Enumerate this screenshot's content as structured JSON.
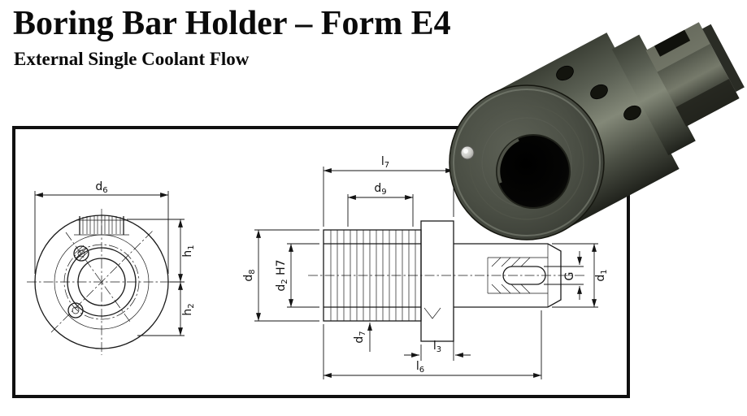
{
  "header": {
    "title": "Boring Bar Holder – Form E4",
    "subtitle": "External Single Coolant Flow"
  },
  "drawing": {
    "dims": {
      "d6": {
        "base": "d",
        "sub": "6",
        "suffix": ""
      },
      "h1": {
        "base": "h",
        "sub": "1",
        "suffix": ""
      },
      "h2": {
        "base": "h",
        "sub": "2",
        "suffix": ""
      },
      "l7": {
        "base": "l",
        "sub": "7",
        "suffix": ""
      },
      "d9": {
        "base": "d",
        "sub": "9",
        "suffix": ""
      },
      "d8": {
        "base": "d",
        "sub": "8",
        "suffix": ""
      },
      "d2": {
        "base": "d",
        "sub": "2",
        "suffix": " H7"
      },
      "d7": {
        "base": "d",
        "sub": "7",
        "suffix": ""
      },
      "l6": {
        "base": "l",
        "sub": "6",
        "suffix": ""
      },
      "l3": {
        "base": "l",
        "sub": "3",
        "suffix": ""
      },
      "g": {
        "base": "G",
        "sub": "",
        "suffix": ""
      },
      "d1": {
        "base": "d",
        "sub": "1",
        "suffix": ""
      }
    }
  },
  "colors": {
    "line": "#1a1a1a",
    "frame": "#101010",
    "metal_dark": "#20221c",
    "metal_mid": "#5a5f53",
    "metal_light": "#838878"
  }
}
